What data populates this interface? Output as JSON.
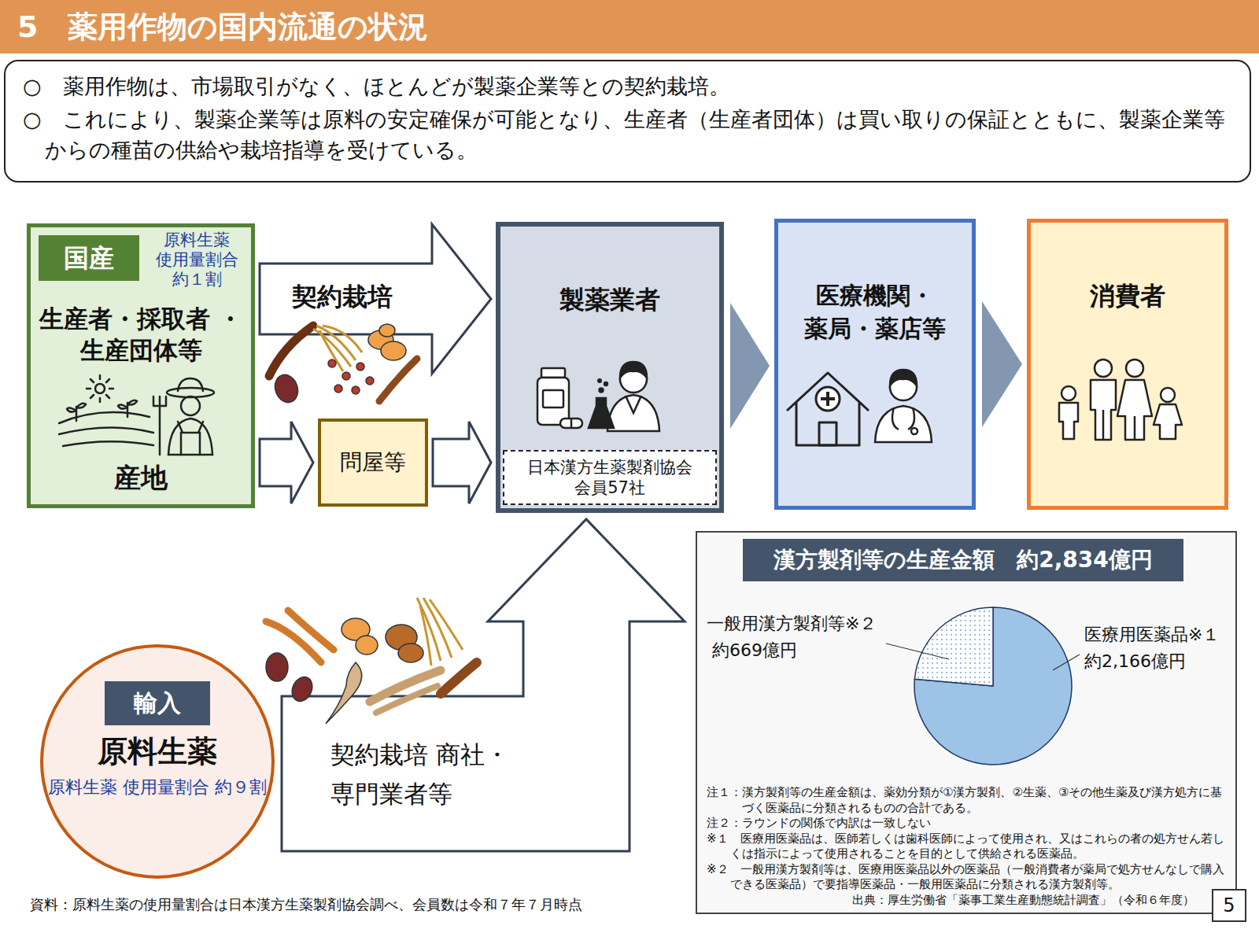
{
  "diagram": {
    "title": "5　薬用作物の国内流通の状況",
    "nodes": [
      {
        "text": [
          "○　薬用作物は、市場取引がなく、ほとんどが製薬企業等との契約栽培。",
          "○　これにより、製薬企業等は原料の安定確保が可能となり、生産者（生産者団体）は買い取りの保証とともに、製薬企業等からの種苗の供給や栽培指導を受けている。"
        ]
      },
      {
        "text": [
          "国産",
          "原料生薬 使用量割合 約１割",
          "生産者・採取者 ・生産団体等",
          "産地"
        ]
      },
      {
        "text": [
          "問屋等"
        ]
      },
      {
        "text": [
          "製薬業者"
        ]
      },
      {
        "text": [
          "日本漢方生薬製剤協会 会員57社"
        ],
        "in": 3
      },
      {
        "text": [
          "医療機関・ 薬局・薬店等"
        ]
      },
      {
        "text": [
          "消費者"
        ]
      },
      {
        "text": [
          "輸入",
          "原料生薬",
          "原料生薬 使用量割合 約９割"
        ]
      },
      {
        "text": [
          "注１：漢方製剤等の生産金額は、薬効分類が①漢方製剤、②生薬、③その他生薬及び漢方処方に基づく医薬品に分類されるものの合計である。",
          "注２：ラウンドの関係で内訳は一致しない",
          "※１　医療用医薬品は、医師若しくは歯科医師によって使用され、又はこれらの者の処方せん若しくは指示によって使用されることを目的として供給される医薬品。",
          "※２　一般用漢方製剤等は、医療用医薬品以外の医薬品（一般消費者が薬局で処方せんなしで購入できる医薬品）で要指導医薬品・一般用医薬品に分類される漢方製剤等。",
          "出典：厚生労働省「薬事工業生産動態統計調査」（令和６年度）"
        ]
      },
      {
        "text": [
          "漢方製剤等の生産金額　約2,834億円"
        ],
        "in": 8
      }
    ],
    "edges": [
      {
        "from": 1,
        "to": 3,
        "arrow": "to",
        "label": "契約栽培"
      },
      {
        "from": 1,
        "to": 2,
        "arrow": "to"
      },
      {
        "from": 2,
        "to": 3,
        "arrow": "to"
      },
      {
        "from": 3,
        "to": 5,
        "arrow": "to"
      },
      {
        "from": 5,
        "to": 6,
        "arrow": "to"
      },
      {
        "from": 7,
        "to": 3,
        "arrow": "to",
        "label": "契約栽培 商社・専門業者等"
      }
    ],
    "labels": [
      "一般用漢方製剤等※２",
      "約669億円",
      "医療用医薬品※１",
      "約2,166億円",
      "資料：原料生薬の使用量割合は日本漢方生薬製剤協会調べ、会員数は令和７年７月時点",
      "5"
    ]
  }
}
